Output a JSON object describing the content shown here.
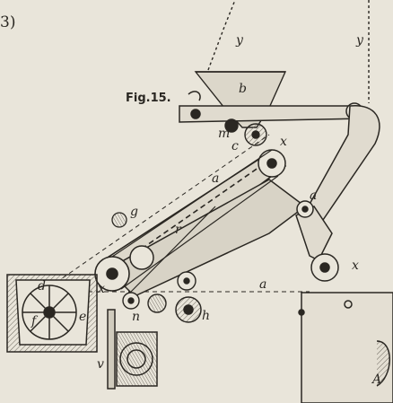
{
  "figure": {
    "plate_number": "3)",
    "caption": "Fig.15.",
    "labels": {
      "y_left": "y",
      "y_right": "y",
      "b": "b",
      "m": "m",
      "c": "c",
      "x_top": "x",
      "a_upper": "a",
      "a_right": "a",
      "g": "g",
      "r": "r",
      "x_right": "x",
      "a_lower": "a",
      "d": "d",
      "e": "e",
      "f": "f",
      "x_left": "x",
      "n": "n",
      "h": "h",
      "v": "v",
      "A": "A"
    }
  },
  "colors": {
    "paper": "#e9e5da",
    "ink": "#2a2722",
    "hatch": "#6b665c"
  }
}
